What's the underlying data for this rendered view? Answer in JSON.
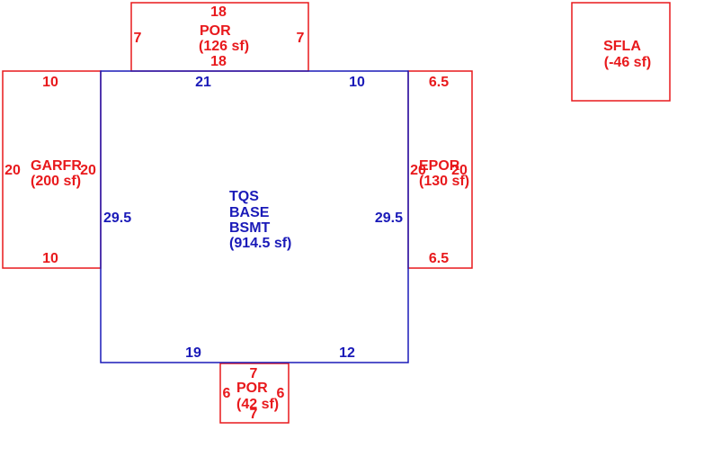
{
  "colors": {
    "main": "#1a1ab8",
    "sub": "#e8191c"
  },
  "areas": {
    "base": {
      "lines": [
        "TQS",
        "BASE",
        "BSMT"
      ],
      "area": "(914.5 sf)",
      "dims": {
        "top_left": "21",
        "top_right": "10",
        "left": "29.5",
        "right": "29.5",
        "bottom_left": "19",
        "bottom_right": "12"
      }
    },
    "garage": {
      "name": "GARFR",
      "area": "(200 sf)",
      "dims": {
        "top": "10",
        "bottom": "10",
        "left": "20",
        "right": "20"
      }
    },
    "porch_top": {
      "name": "POR",
      "area": "(126 sf)",
      "dims": {
        "top": "18",
        "bottom": "18",
        "left": "7",
        "right": "7"
      }
    },
    "porch_bottom": {
      "name": "POR",
      "area": "(42 sf)",
      "dims": {
        "top": "7",
        "bottom": "7",
        "left": "6",
        "right": "6"
      }
    },
    "epor": {
      "name": "EPOR",
      "area": "(130 sf)",
      "dims": {
        "top": "6.5",
        "bottom": "6.5",
        "left": "20",
        "right": "20"
      }
    },
    "sfla": {
      "name": "SFLA",
      "area": "(-46 sf)"
    }
  }
}
